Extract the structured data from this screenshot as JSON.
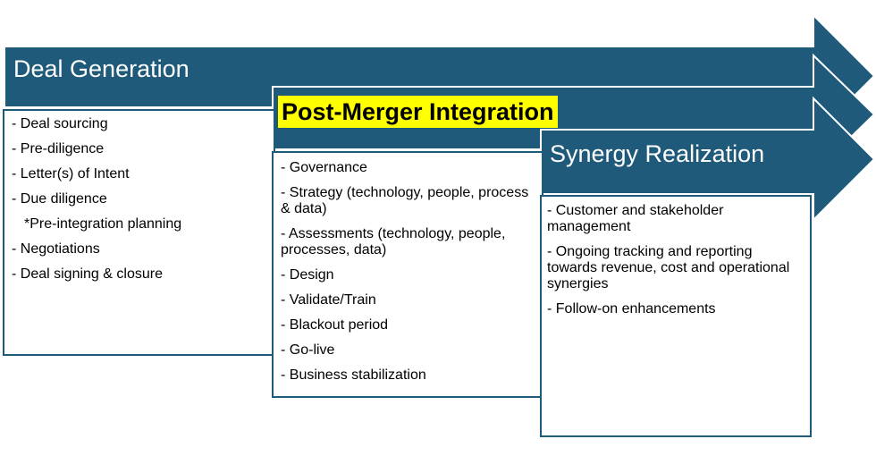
{
  "diagram": {
    "colors": {
      "arrow": "#1f5a7a",
      "highlight": "#ffff00"
    },
    "stages": [
      {
        "title": "Deal Generation",
        "items": [
          "- Deal sourcing",
          "- Pre-diligence",
          "- Letter(s) of Intent",
          "- Due diligence",
          "*Pre-integration planning",
          "- Negotiations",
          "- Deal signing & closure"
        ]
      },
      {
        "title": "Post-Merger Integration",
        "items": [
          "- Governance",
          "- Strategy (technology, people, process & data)",
          "- Assessments (technology, people, processes, data)",
          "- Design",
          "- Validate/Train",
          "- Blackout period",
          "- Go-live",
          "- Business stabilization"
        ]
      },
      {
        "title": "Synergy Realization",
        "items": [
          "- Customer and stakeholder management",
          "- Ongoing tracking and reporting towards revenue, cost and operational synergies",
          "- Follow-on enhancements"
        ]
      }
    ]
  }
}
